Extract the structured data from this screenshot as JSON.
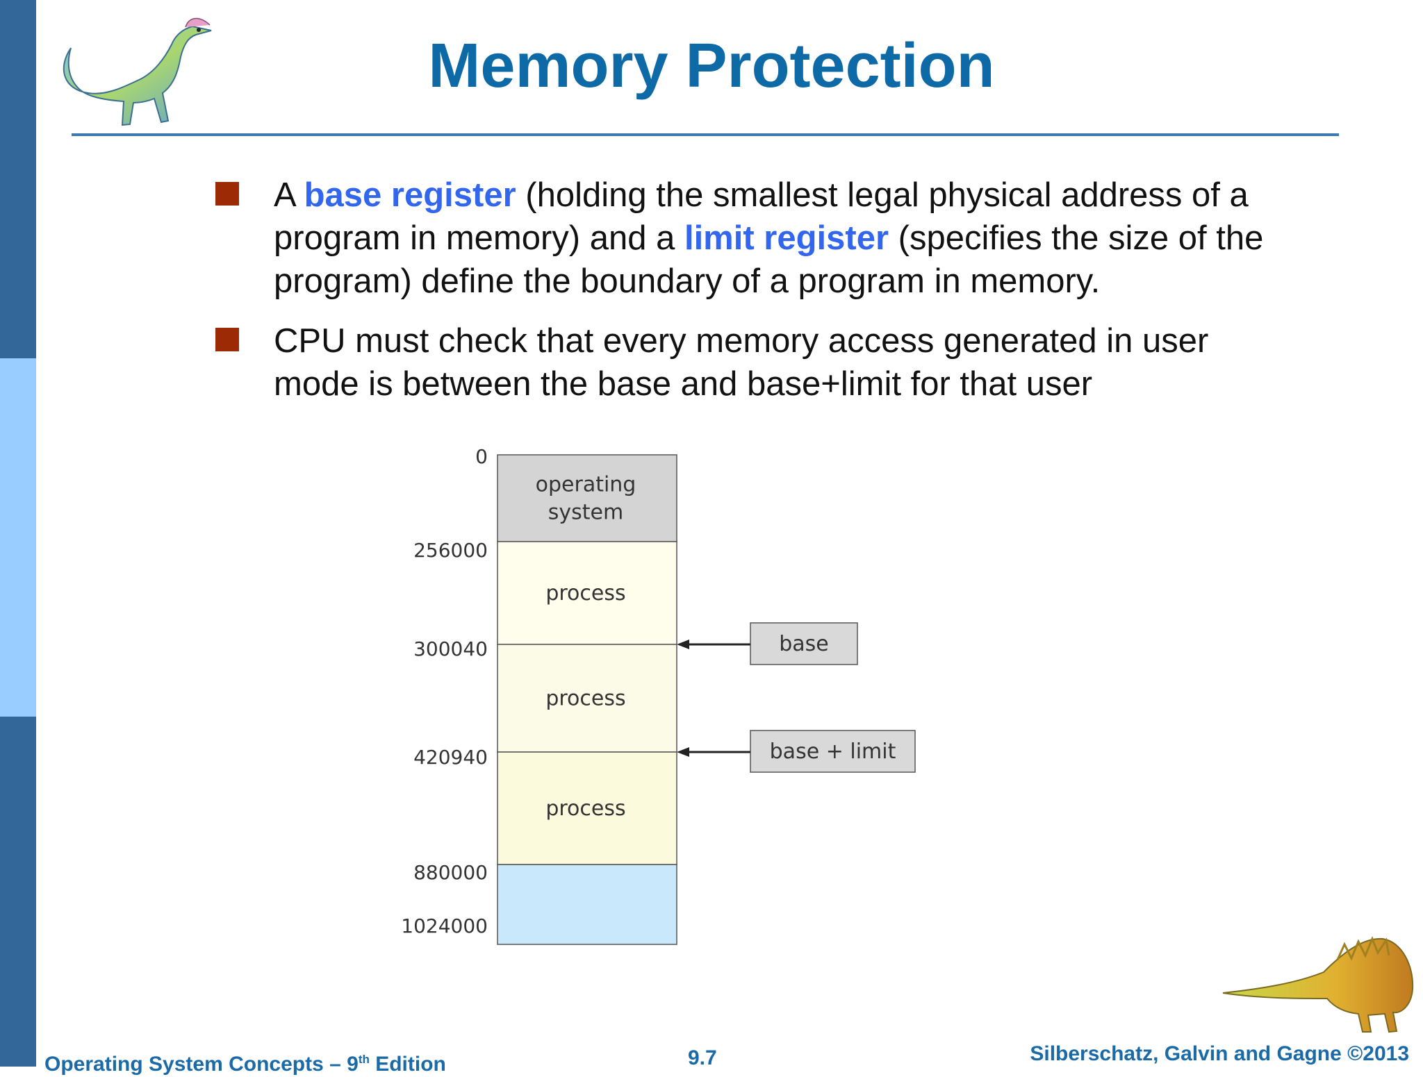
{
  "slide": {
    "title": "Memory Protection",
    "colors": {
      "title": "#0d6aa6",
      "rule": "#3d7ab0",
      "highlight": "#3366ee",
      "bullet": "#9c2a05",
      "sidebar_dark": "#336699",
      "sidebar_light": "#99ccff",
      "footer": "#1a6aa8"
    }
  },
  "bullets": [
    {
      "t1": "A ",
      "h1": "base register",
      "t2": " (holding the smallest legal physical address of a program in memory) and a ",
      "h2": "limit register",
      "t3": " (specifies the size of the program) define the boundary of a program in memory."
    },
    {
      "text": "CPU must check that every memory access generated in user mode is between the base and base+limit for that user"
    }
  ],
  "diagram": {
    "addresses": [
      "0",
      "256000",
      "300040",
      "420940",
      "880000",
      "1024000"
    ],
    "segments": [
      {
        "label_lines": [
          "operating",
          "system"
        ],
        "fill": "#d4d4d4"
      },
      {
        "label_lines": [
          "process"
        ],
        "fill": "#fffdeb"
      },
      {
        "label_lines": [
          "process"
        ],
        "fill": "#fcfbe8"
      },
      {
        "label_lines": [
          "process"
        ],
        "fill": "#fbfadc"
      },
      {
        "label_lines": [],
        "fill": "#c9e8fb"
      }
    ],
    "registers": [
      {
        "label": "base",
        "points_to": "300040"
      },
      {
        "label": "base + limit",
        "points_to": "420940"
      }
    ],
    "register_fill": "#d9d9d9"
  },
  "footer": {
    "left_main": "Operating System Concepts – 9",
    "left_sup": "th",
    "left_end": " Edition",
    "center": "9.7",
    "right": "Silberschatz, Galvin and Gagne ©2013"
  }
}
